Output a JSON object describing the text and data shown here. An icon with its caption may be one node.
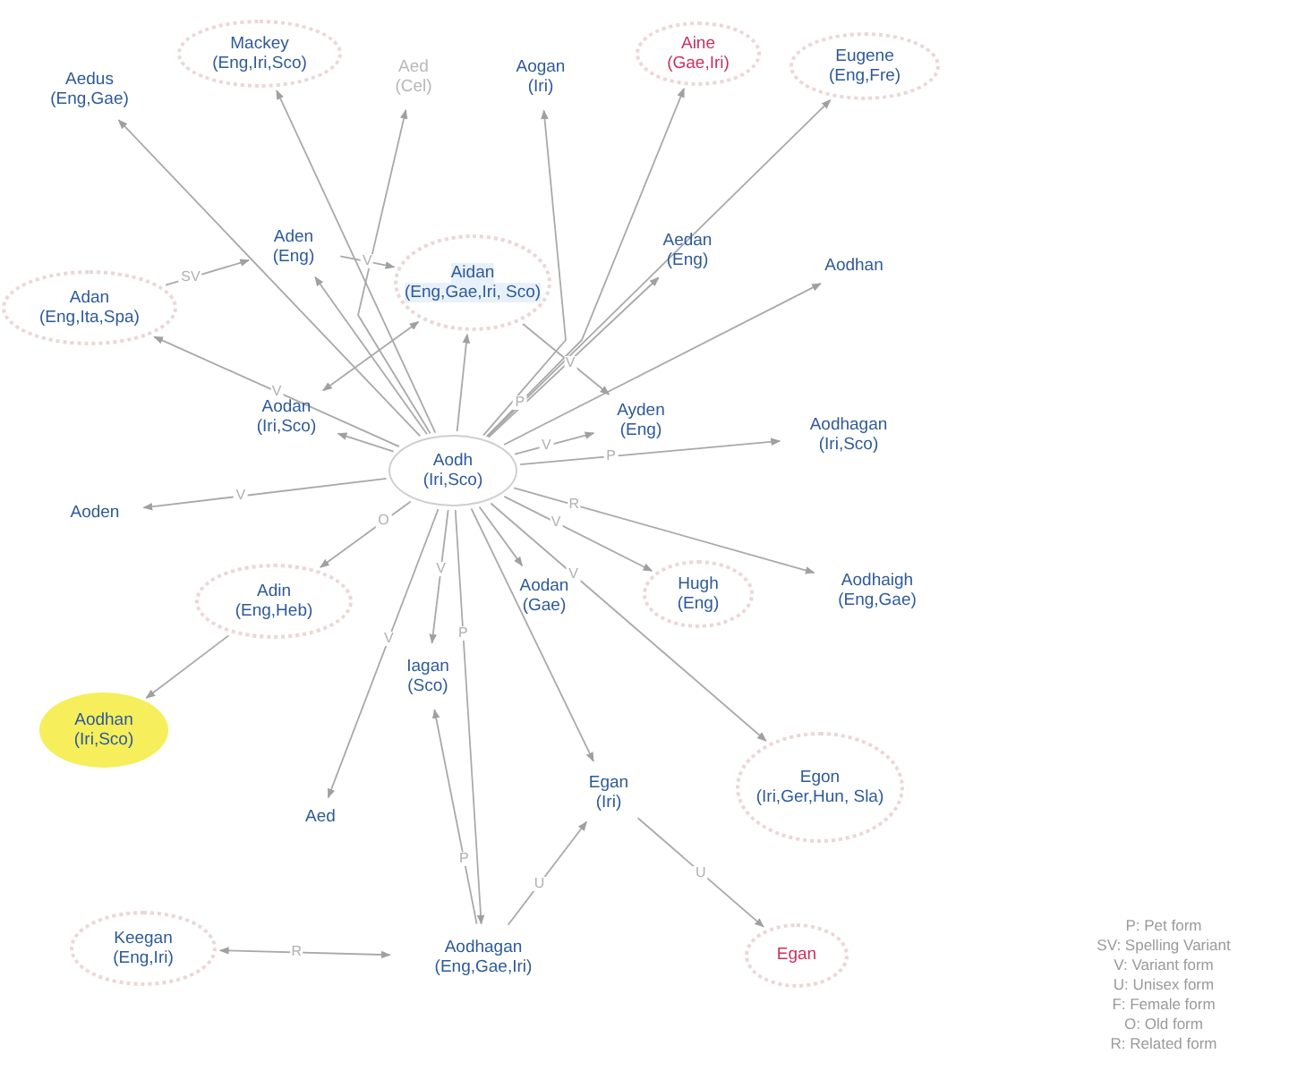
{
  "diagram": {
    "nodes": [
      {
        "text": [
          "Aodh",
          "(Iri,Sco)"
        ]
      },
      {
        "text": [
          "Aedus",
          "(Eng,Gae)"
        ]
      },
      {
        "text": [
          "Mackey",
          "(Eng,Iri,Sco)"
        ]
      },
      {
        "text": [
          "Aed",
          "(Cel)"
        ]
      },
      {
        "text": [
          "Aogan",
          "(Iri)"
        ]
      },
      {
        "text": [
          "Aine",
          "(Gae,Iri)"
        ]
      },
      {
        "text": [
          "Eugene",
          "(Eng,Fre)"
        ]
      },
      {
        "text": [
          "Aden",
          "(Eng)"
        ]
      },
      {
        "text": [
          "Adan",
          "(Eng,Ita,Spa)"
        ]
      },
      {
        "text": [
          "Aidan",
          "(Eng,Gae,Iri, Sco)"
        ]
      },
      {
        "text": [
          "Aedan",
          "(Eng)"
        ]
      },
      {
        "text": [
          "Aodhan"
        ]
      },
      {
        "text": [
          "Aodan",
          "(Iri,Sco)"
        ]
      },
      {
        "text": [
          "Ayden",
          "(Eng)"
        ]
      },
      {
        "text": [
          "Aodhagan",
          "(Iri,Sco)"
        ]
      },
      {
        "text": [
          "Aoden"
        ]
      },
      {
        "text": [
          "Adin",
          "(Eng,Heb)"
        ]
      },
      {
        "text": [
          "Aodhan",
          "(Iri,Sco)"
        ]
      },
      {
        "text": [
          "Aodan",
          "(Gae)"
        ]
      },
      {
        "text": [
          "Hugh",
          "(Eng)"
        ]
      },
      {
        "text": [
          "Aodhaigh",
          "(Eng,Gae)"
        ]
      },
      {
        "text": [
          "Iagan",
          "(Sco)"
        ]
      },
      {
        "text": [
          "Egon",
          "(Iri,Ger,Hun, Sla)"
        ]
      },
      {
        "text": [
          "Aed"
        ]
      },
      {
        "text": [
          "Egan",
          "(Iri)"
        ]
      },
      {
        "text": [
          "Keegan",
          "(Eng,Iri)"
        ]
      },
      {
        "text": [
          "Aodhagan",
          "(Eng,Gae,Iri)"
        ]
      },
      {
        "text": [
          "Egan"
        ]
      }
    ],
    "edges": [
      {
        "from": 0,
        "to": 1,
        "arrow": "to"
      },
      {
        "from": 0,
        "to": 2,
        "arrow": "to"
      },
      {
        "from": 0,
        "to": 3,
        "arrow": "to"
      },
      {
        "from": 0,
        "to": 4,
        "arrow": "to"
      },
      {
        "from": 0,
        "to": 5,
        "arrow": "to",
        "label": "P"
      },
      {
        "from": 0,
        "to": 6,
        "arrow": "to"
      },
      {
        "from": 0,
        "to": 7,
        "arrow": "to"
      },
      {
        "from": 8,
        "to": 7,
        "arrow": "to",
        "label": "SV"
      },
      {
        "from": 0,
        "to": 8,
        "arrow": "to",
        "label": "V"
      },
      {
        "from": 7,
        "to": 9,
        "arrow": "to",
        "label": "V"
      },
      {
        "from": 0,
        "to": 9,
        "arrow": "to"
      },
      {
        "from": 12,
        "to": 9,
        "arrow": "both"
      },
      {
        "from": 0,
        "to": 10,
        "arrow": "to"
      },
      {
        "from": 0,
        "to": 11,
        "arrow": "to"
      },
      {
        "from": 9,
        "to": 13,
        "arrow": "to",
        "label": "V"
      },
      {
        "from": 0,
        "to": 13,
        "arrow": "to",
        "label": "V"
      },
      {
        "from": 0,
        "to": 14,
        "arrow": "to",
        "label": "P"
      },
      {
        "from": 0,
        "to": 12,
        "arrow": "to"
      },
      {
        "from": 0,
        "to": 15,
        "arrow": "to",
        "label": "V"
      },
      {
        "from": 0,
        "to": 16,
        "arrow": "to",
        "label": "O"
      },
      {
        "from": 16,
        "to": 17,
        "arrow": "to"
      },
      {
        "from": 0,
        "to": 18,
        "arrow": "to"
      },
      {
        "from": 0,
        "to": 19,
        "arrow": "to",
        "label": "V"
      },
      {
        "from": 0,
        "to": 20,
        "arrow": "to",
        "label": "R"
      },
      {
        "from": 0,
        "to": 21,
        "arrow": "to",
        "label": "V"
      },
      {
        "from": 0,
        "to": 22,
        "arrow": "to",
        "label": "V"
      },
      {
        "from": 0,
        "to": 23,
        "arrow": "to",
        "label": "V"
      },
      {
        "from": 0,
        "to": 24,
        "arrow": "to"
      },
      {
        "from": 0,
        "to": 26,
        "arrow": "to",
        "label": "P"
      },
      {
        "from": 26,
        "to": 21,
        "arrow": "to",
        "label": "P"
      },
      {
        "from": 26,
        "to": 24,
        "arrow": "to",
        "label": "U"
      },
      {
        "from": 26,
        "to": 25,
        "arrow": "both",
        "label": "R"
      },
      {
        "from": 24,
        "to": 27,
        "arrow": "to",
        "label": "U"
      }
    ],
    "labels": [
      "P: Pet form",
      "SV: Spelling Variant",
      "V: Variant form",
      "U: Unisex form",
      "F: Female form",
      "O: Old form",
      "R: Related form"
    ]
  }
}
